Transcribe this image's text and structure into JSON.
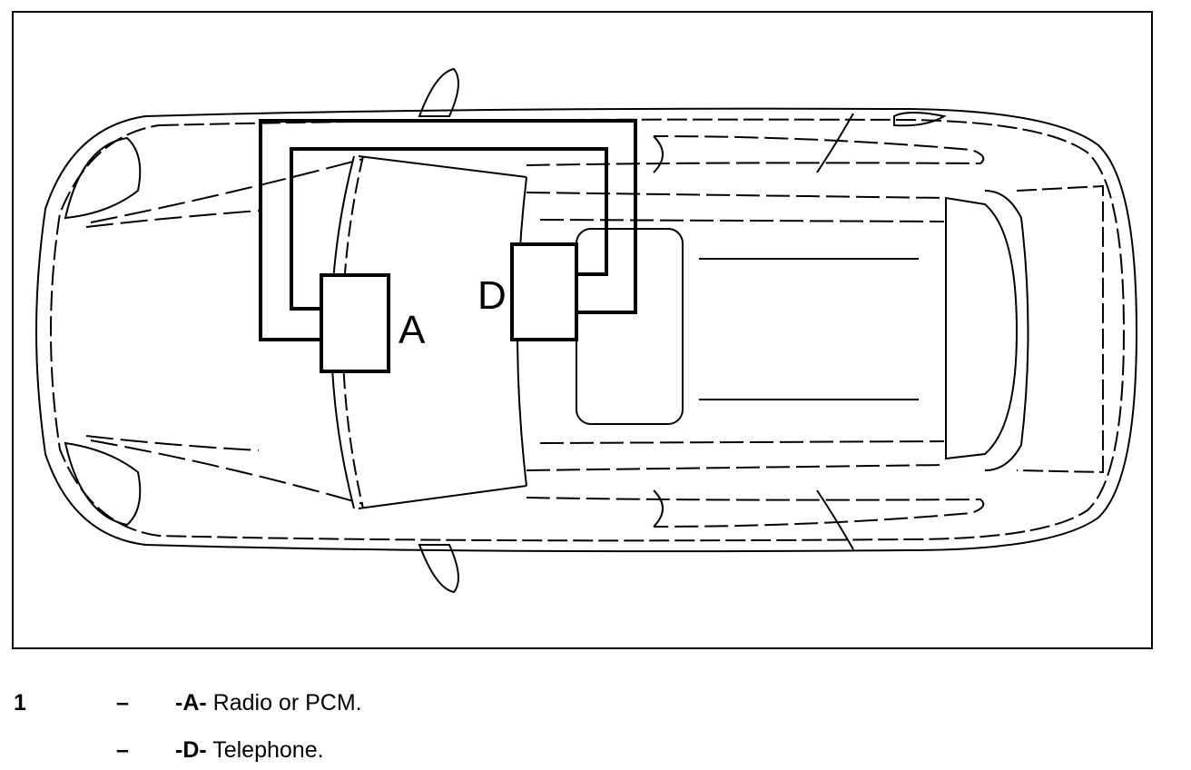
{
  "diagram": {
    "callouts": {
      "a": "A",
      "d": "D"
    }
  },
  "legend": {
    "figure_number": "1",
    "items": [
      {
        "dash": "–",
        "letter": "-A-",
        "text": " Radio or PCM."
      },
      {
        "dash": "–",
        "letter": "-D-",
        "text": " Telephone."
      }
    ]
  }
}
